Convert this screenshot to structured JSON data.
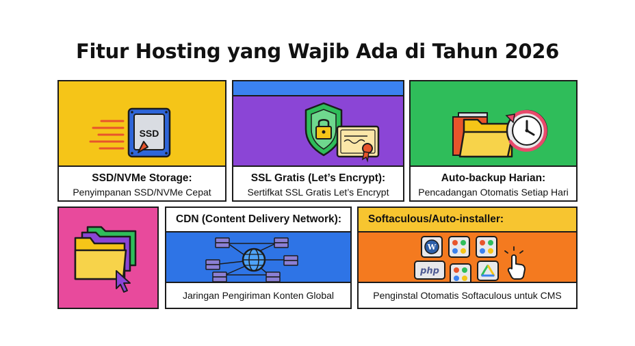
{
  "title": "Fitur Hosting yang Wajib Ada di Tahun 2026",
  "cards": [
    {
      "title": "SSD/NVMe Storage:",
      "subtitle": "Penyimpanan SSD/NVMe Cepat",
      "icon": "ssd-drive-icon",
      "color": "#f5c518",
      "badge": "SSD"
    },
    {
      "title": "SSL Gratis (Let’s Encrypt):",
      "subtitle": "Sertifkat SSL Gratis Let’s Encrypt",
      "icon": "ssl-shield-lock-icon",
      "color": "#8b45d6",
      "band": "#3b82f0"
    },
    {
      "title": "Auto-backup Harian:",
      "subtitle": "Pencadangan Otomatis Setiap Hari",
      "icon": "backup-folder-clock-icon",
      "color": "#2fbd5a"
    },
    {
      "title": "",
      "subtitle": "",
      "icon": "file-manager-folders-icon",
      "color": "#e84a9c"
    },
    {
      "title": "CDN (Content Delivery Network):",
      "subtitle": "Jaringan Pengiriman Konten Global",
      "icon": "cdn-network-globe-icon",
      "color": "#2e74e6"
    },
    {
      "title": "Softaculous/Auto-installer:",
      "subtitle": "Penginstal Otomatis Softaculous untuk CMS",
      "icon": "softaculous-apps-icon",
      "color": "#f47a1f",
      "header_color": "#f7c530",
      "apps": [
        "WordPress",
        "Joomla",
        "Joomla",
        "php",
        "Joomla",
        "Google Drive"
      ]
    }
  ]
}
